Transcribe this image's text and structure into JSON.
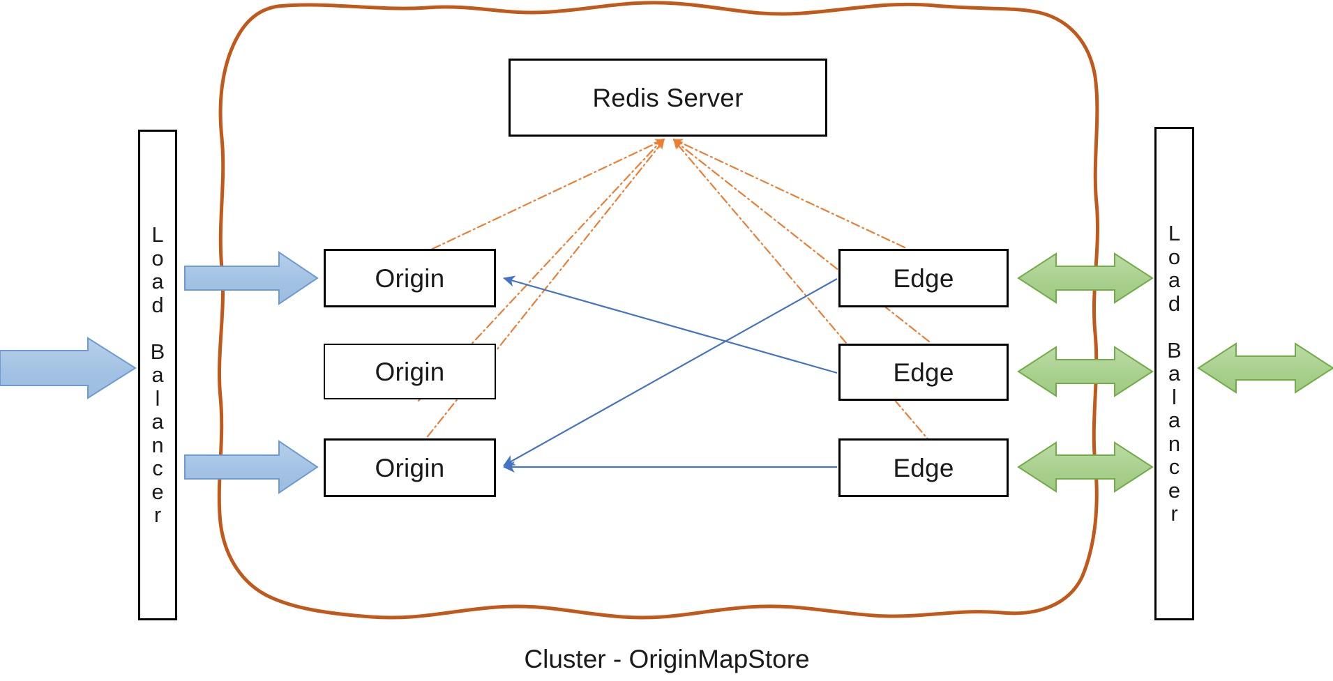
{
  "diagram": {
    "caption": "Cluster - OriginMapStore",
    "colors": {
      "cluster_boundary": "#c0591a",
      "redis_link": "#ed7d31",
      "origin_edge_link": "#4472c4",
      "blue_arrow_fill": "#a3c2e3",
      "blue_arrow_border": "#6b9bd2",
      "green_arrow_fill": "#a9d08e",
      "green_arrow_border": "#70ad47",
      "box_border": "#000000"
    },
    "redis": {
      "label": "Redis Server"
    },
    "load_balancers": [
      {
        "name": "left-load-balancer",
        "text": "L\no\na\nd\n\nB\na\nl\na\nn\nc\ne\nr"
      },
      {
        "name": "right-load-balancer",
        "text": "L\no\na\nd\n\nB\na\nl\na\nn\nc\ne\nr"
      }
    ],
    "origins": [
      {
        "label": "Origin"
      },
      {
        "label": "Origin"
      },
      {
        "label": "Origin"
      }
    ],
    "edges": [
      {
        "label": "Edge"
      },
      {
        "label": "Edge"
      },
      {
        "label": "Edge"
      }
    ],
    "arrows": {
      "blue_inbound": [
        {
          "name": "arrow-external-to-left-lb"
        },
        {
          "name": "arrow-left-lb-to-origin-1"
        },
        {
          "name": "arrow-left-lb-to-origin-3"
        }
      ],
      "green_bidirectional": [
        {
          "name": "arrow-edge-1-to-right-lb"
        },
        {
          "name": "arrow-edge-2-to-right-lb"
        },
        {
          "name": "arrow-edge-3-to-right-lb"
        },
        {
          "name": "arrow-right-lb-to-external"
        }
      ]
    }
  }
}
